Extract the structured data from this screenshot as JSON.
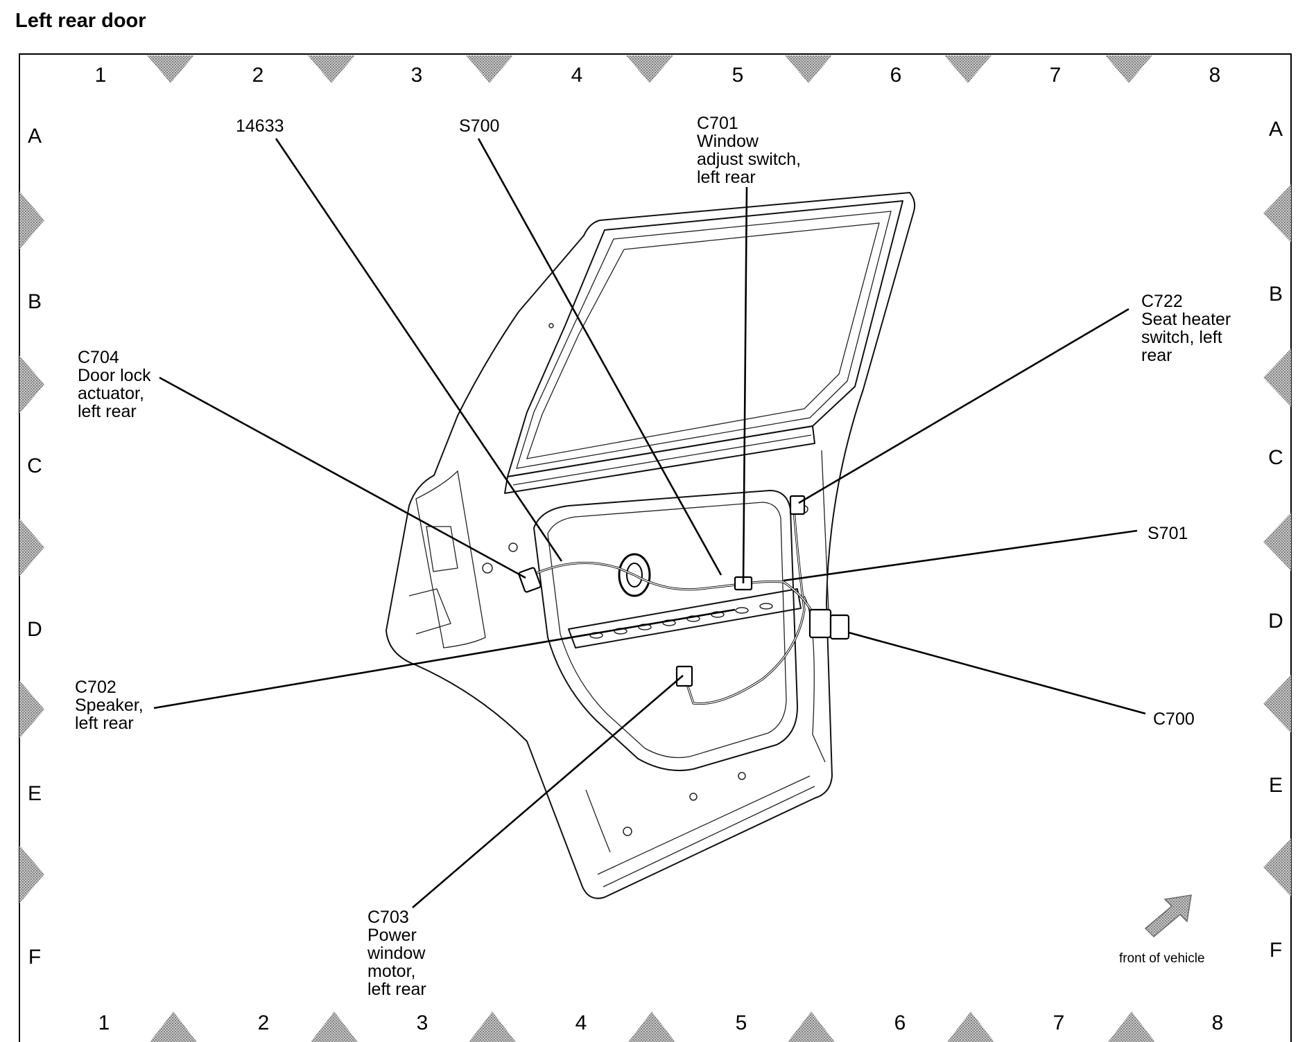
{
  "title": "Left rear door",
  "grid": {
    "columns": [
      "1",
      "2",
      "3",
      "4",
      "5",
      "6",
      "7",
      "8"
    ],
    "rows": [
      "A",
      "B",
      "C",
      "D",
      "E",
      "F"
    ]
  },
  "callouts": {
    "c14633": [
      "14633"
    ],
    "s700": [
      "S700"
    ],
    "c701": [
      "C701",
      "Window",
      "adjust switch,",
      "left rear"
    ],
    "c722": [
      "C722",
      "Seat heater",
      "switch, left",
      "rear"
    ],
    "c704": [
      "C704",
      "Door lock",
      "actuator,",
      "left rear"
    ],
    "s701": [
      "S701"
    ],
    "c702": [
      "C702",
      "Speaker,",
      "left rear"
    ],
    "c700": [
      "C700"
    ],
    "c703": [
      "C703",
      "Power",
      "window",
      "motor,",
      "left rear"
    ]
  },
  "orientation": {
    "label": "front of vehicle",
    "arrow_icon": "front-arrow-icon"
  },
  "colors": {
    "line": "#000000",
    "marker": "#9a9a9a",
    "background": "#ffffff"
  }
}
